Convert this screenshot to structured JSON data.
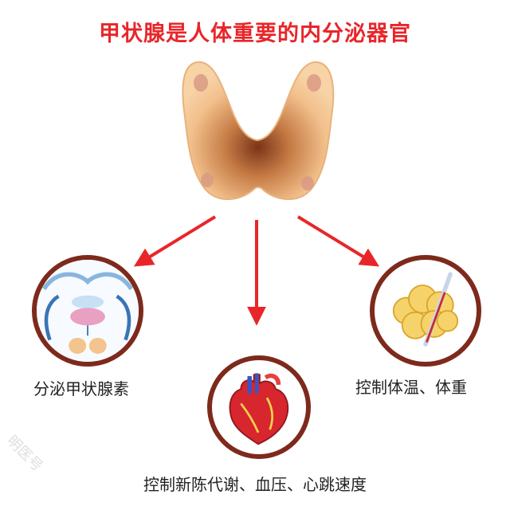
{
  "title": "甲状腺是人体重要的内分泌器官",
  "functions": [
    {
      "label": "分泌甲状腺素",
      "icon": "hormone-pathway-icon"
    },
    {
      "label": "控制新陈代谢、血压、心跳速度",
      "icon": "heart-icon"
    },
    {
      "label": "控制体温、体重",
      "icon": "fat-thermometer-icon"
    }
  ],
  "watermark": "明医号",
  "colors": {
    "title": "#e8262a",
    "arrow": "#e8262a",
    "circle_border": "#7d2a1c",
    "gland": "#f4c48e"
  }
}
